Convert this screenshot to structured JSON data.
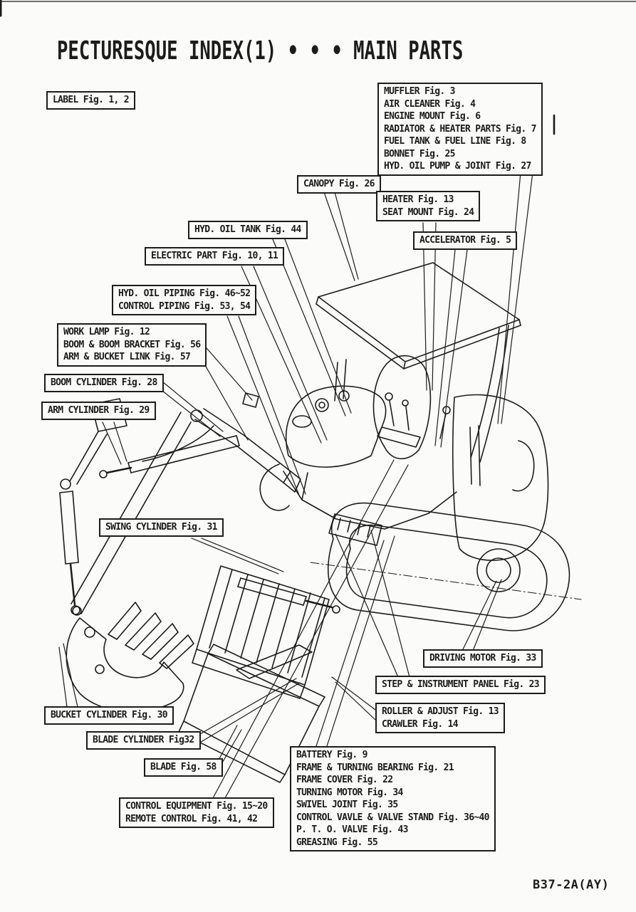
{
  "page": {
    "title": "PECTURESQUE INDEX(1) •  •  • MAIN PARTS",
    "doc_code": "B37-2A(AY)"
  },
  "colors": {
    "ink": "#1c1c1c",
    "paper": "#fbfbf9"
  },
  "callouts": {
    "label": {
      "lines": [
        "LABEL Fig. 1, 2"
      ]
    },
    "engine_group": {
      "lines": [
        "MUFFLER Fig. 3",
        "AIR CLEANER Fig. 4",
        "ENGINE MOUNT Fig. 6",
        "RADIATOR & HEATER PARTS Fig. 7",
        "FUEL TANK & FUEL LINE Fig. 8",
        "BONNET Fig. 25",
        "HYD. OIL PUMP & JOINT Fig. 27"
      ]
    },
    "canopy": {
      "lines": [
        "CANOPY Fig. 26"
      ]
    },
    "heater_seat": {
      "lines": [
        "HEATER Fig. 13",
        "SEAT MOUNT Fig. 24"
      ]
    },
    "hyd_oil_tank": {
      "lines": [
        "HYD. OIL TANK Fig. 44"
      ]
    },
    "accelerator": {
      "lines": [
        "ACCELERATOR Fig. 5"
      ]
    },
    "electric_part": {
      "lines": [
        "ELECTRIC PART Fig. 10, 11"
      ]
    },
    "piping": {
      "lines": [
        "HYD. OIL PIPING Fig. 46~52",
        "CONTROL PIPING Fig. 53, 54"
      ]
    },
    "boom_group": {
      "lines": [
        "WORK LAMP Fig. 12",
        "BOOM & BOOM BRACKET Fig. 56",
        "ARM & BUCKET LINK Fig. 57"
      ]
    },
    "boom_cylinder": {
      "lines": [
        "BOOM CYLINDER Fig. 28"
      ]
    },
    "arm_cylinder": {
      "lines": [
        "ARM CYLINDER Fig. 29"
      ]
    },
    "swing_cylinder": {
      "lines": [
        "SWING CYLINDER Fig. 31"
      ]
    },
    "driving_motor": {
      "lines": [
        "DRIVING MOTOR Fig. 33"
      ]
    },
    "step_instrument_panel": {
      "lines": [
        "STEP & INSTRUMENT PANEL Fig. 23"
      ]
    },
    "roller_crawler": {
      "lines": [
        "ROLLER & ADJUST Fig. 13",
        "CRAWLER Fig. 14"
      ]
    },
    "bucket_cylinder": {
      "lines": [
        "BUCKET CYLINDER Fig. 30"
      ]
    },
    "blade_cylinder": {
      "lines": [
        "BLADE CYLINDER Fig32"
      ]
    },
    "blade": {
      "lines": [
        "BLADE Fig. 58"
      ]
    },
    "control_equipment": {
      "lines": [
        "CONTROL EQUIPMENT Fig. 15~20",
        "REMOTE CONTROL Fig. 41, 42"
      ]
    },
    "frame_group": {
      "lines": [
        "BATTERY Fig. 9",
        "FRAME & TURNING BEARING Fig. 21",
        "FRAME COVER Fig. 22",
        "TURNING MOTOR Fig. 34",
        "SWIVEL JOINT Fig. 35",
        "CONTROL VAVLE & VALVE STAND Fig. 36~40",
        "P. T. O.  VALVE Fig. 43",
        "GREASING Fig. 55"
      ]
    }
  }
}
